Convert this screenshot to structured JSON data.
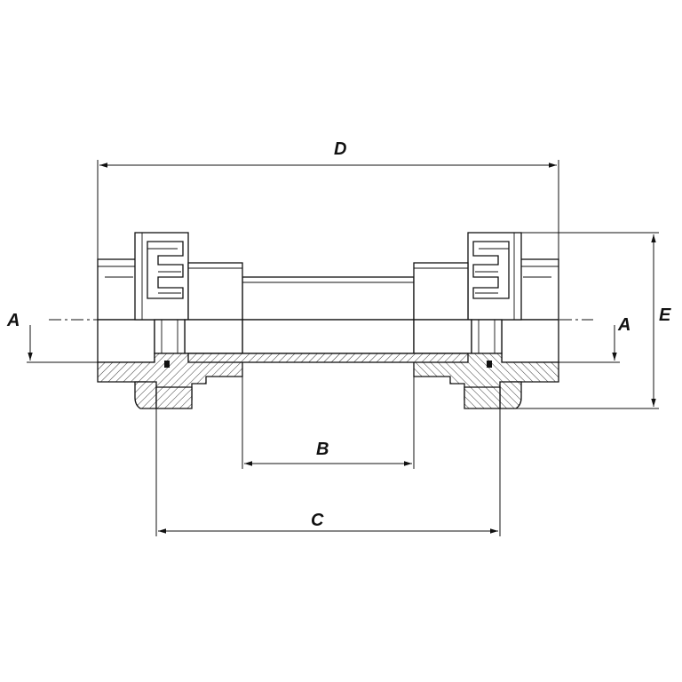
{
  "dimensions": {
    "a_left": "A",
    "a_right": "A",
    "b": "B",
    "c": "C",
    "d": "D",
    "e": "E"
  }
}
